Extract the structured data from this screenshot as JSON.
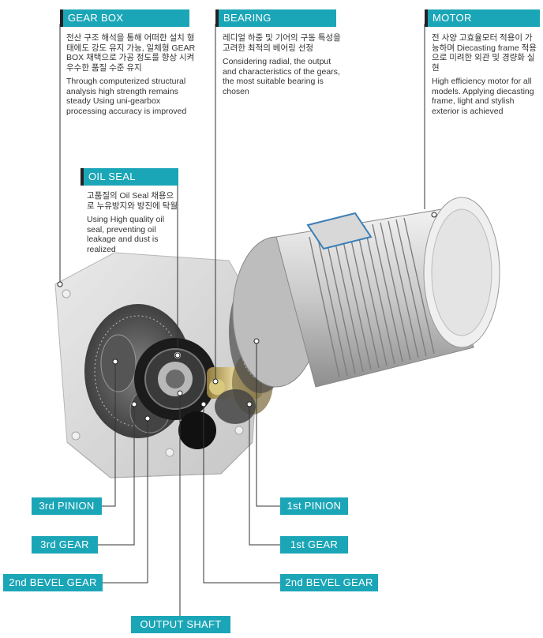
{
  "callouts": {
    "gear_box": {
      "title": "GEAR BOX",
      "kr": "전산 구조 해석을 통해 어떠한 설치 형태에도 강도 유지 가능, 일체형 GEAR BOX 채택으로 가공 정도를 향상 시켜 우수한 품질 수준 유지",
      "en": "Through computerized structural analysis high strength remains steady Using uni-gearbox processing accuracy is improved"
    },
    "oil_seal": {
      "title": "OIL SEAL",
      "kr": "고품질의 Oil Seal 채용으로 누유방지와 방진에 탁월",
      "en": "Using High quality oil seal, preventing oil leakage and dust is realized"
    },
    "bearing": {
      "title": "BEARING",
      "kr": "레디얼 하중 및 기어의 구동 특성을 고려한 최적의 베어링 선정",
      "en": "Considering radial, the output and characteristics of the gears, the most suitable bearing is chosen"
    },
    "motor": {
      "title": "MOTOR",
      "kr": "전 사양 고효율모터 적용이 가능하며 Diecasting frame 적용으로 미려한 외관 및 경량화 실현",
      "en": "High efficiency motor for all models. Applying diecasting frame, light and stylish exterior is achieved"
    }
  },
  "labels": {
    "third_pinion": "3rd PINION",
    "third_gear": "3rd GEAR",
    "second_bevel_left": "2nd BEVEL GEAR",
    "output_shaft": "OUTPUT SHAFT",
    "first_pinion": "1st PINION",
    "first_gear": "1st GEAR",
    "second_bevel_right": "2nd BEVEL GEAR"
  },
  "colors": {
    "accent": "#1ba6b7",
    "marker": "#222222"
  }
}
